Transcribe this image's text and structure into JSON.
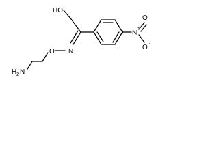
{
  "molecule": {
    "atoms": {
      "hydroxyl": "HO",
      "oxime_oxygen": "O",
      "oxime_nitrogen": "N",
      "amine_n": "H",
      "amine_h": "N",
      "amine_subscript": "2",
      "nitro_n": "N",
      "nitro_plus": "+",
      "nitro_o_top": "O",
      "nitro_o_bottom": "O",
      "nitro_minus": "-"
    }
  }
}
